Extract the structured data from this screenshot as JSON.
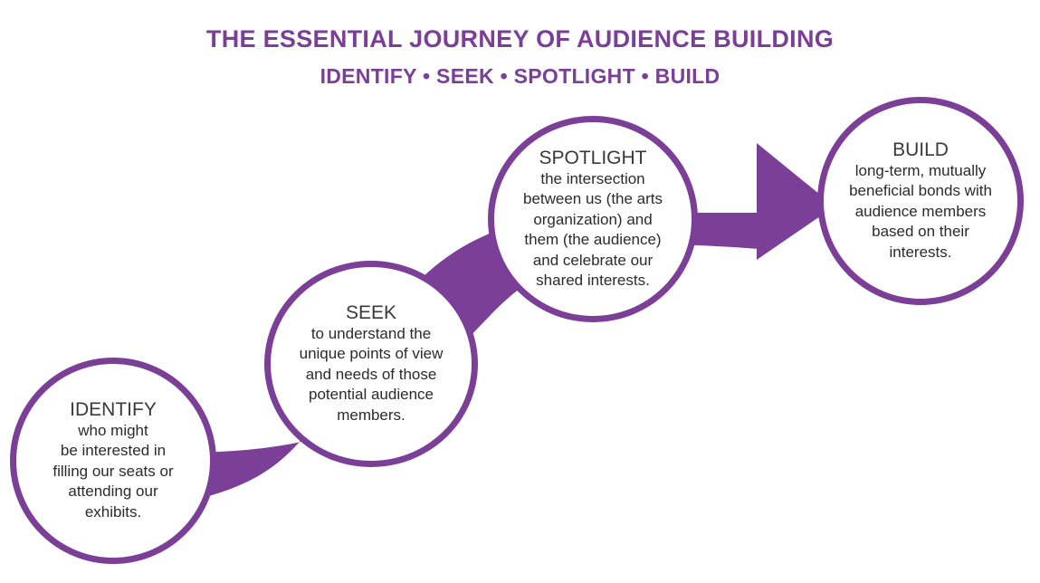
{
  "header": {
    "title": "THE ESSENTIAL JOURNEY OF AUDIENCE BUILDING",
    "subtitle": "IDENTIFY • SEEK • SPOTLIGHT • BUILD"
  },
  "colors": {
    "accent": "#7b3f98",
    "text": "#2b2b2b"
  },
  "steps": [
    {
      "heading": "IDENTIFY",
      "lines": [
        "who might",
        "be interested in",
        "filling our seats or",
        "attending our",
        "exhibits."
      ]
    },
    {
      "heading": "SEEK",
      "lines": [
        "to understand the",
        "unique points of view",
        "and needs of those",
        "potential audience",
        "members."
      ]
    },
    {
      "heading": "SPOTLIGHT",
      "lines": [
        "the intersection",
        "between us (the arts",
        "organization) and",
        "them (the audience)",
        "and celebrate our",
        "shared interests."
      ]
    },
    {
      "heading": "BUILD",
      "lines": [
        "long-term, mutually",
        "beneficial bonds with",
        "audience members",
        "based on their",
        "interests."
      ]
    }
  ],
  "arrow_icon": "curved-journey-arrow"
}
